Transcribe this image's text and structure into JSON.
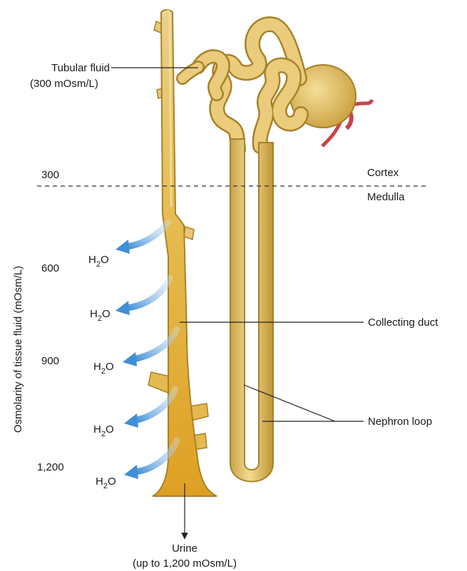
{
  "labels": {
    "tubular_fluid_line1": "Tubular fluid",
    "tubular_fluid_line2": "(300 mOsm/L)",
    "cortex": "Cortex",
    "medulla": "Medulla",
    "collecting_duct": "Collecting duct",
    "nephron_loop": "Nephron loop",
    "urine_line1": "Urine",
    "urine_line2": "(up to 1,200 mOsm/L)",
    "y_axis": "Osmolarity of tissue fluid (mOsm/L)"
  },
  "osmolarity_levels": [
    "300",
    "600",
    "900",
    "1,200"
  ],
  "water": {
    "symbol": "H",
    "subscript": "2",
    "suffix": "O",
    "arrow_count": 5
  },
  "colors": {
    "tubule_fill": "#e9cd7a",
    "tubule_outline": "#b08a2c",
    "duct_concentrated": "#e2a623",
    "water_arrow": "#3f8fd6",
    "capillary": "#d0545a"
  }
}
